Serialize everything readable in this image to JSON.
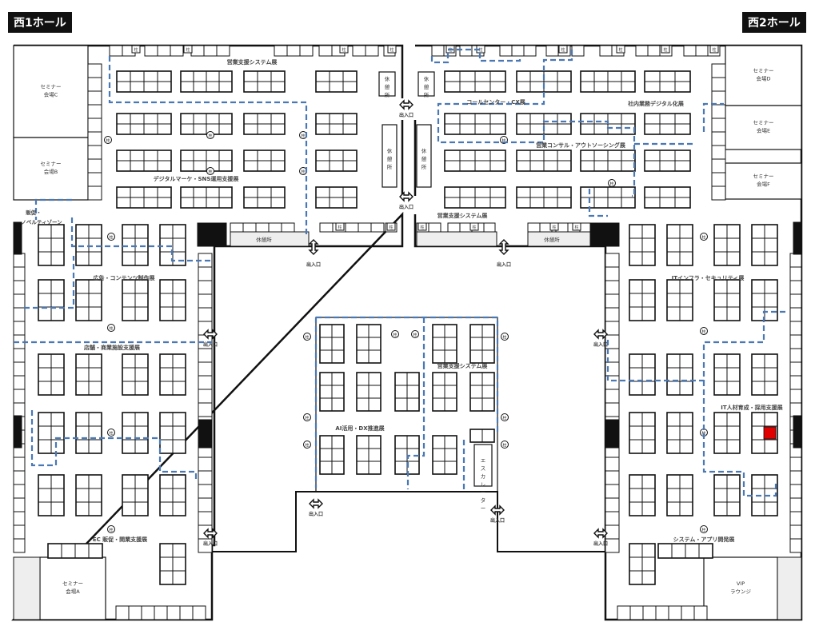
{
  "halls": {
    "west1": "西1ホール",
    "west2": "西2ホール"
  },
  "rooms": {
    "seminar_c": [
      "セミナー",
      "会場C"
    ],
    "seminar_b": [
      "セミナー",
      "会場B"
    ],
    "seminar_a": [
      "セミナー",
      "会場A"
    ],
    "seminar_d": [
      "セミナー",
      "会場D"
    ],
    "seminar_e": [
      "セミナー",
      "会場E"
    ],
    "seminar_f": [
      "セミナー",
      "会場F"
    ],
    "vip": [
      "VIP",
      "ラウンジ"
    ],
    "hansoku": [
      "販促・",
      "ノベルティゾーン"
    ],
    "rest": "休憩所",
    "rest_v": [
      "休",
      "憩",
      "所"
    ],
    "escalator": [
      "エ",
      "ス",
      "カ",
      "レ",
      "ー",
      "タ",
      "ー"
    ]
  },
  "zones": {
    "eigyo_top": "営業支援システム展",
    "callcenter": "コールセンター・CX展",
    "shanai": "社内業務デジタル化展",
    "eigyo_consul": "営業コンサル・アウトソーシング展",
    "digital_mk": "デジタルマーケ・SNS運用支援展",
    "eigyo_bottom": "営業支援システム展",
    "koukoku": "広告・コンテンツ制作展",
    "tenpo": "店舗・商業施設支援展",
    "ec": "EC 販促・開業支援展",
    "eigyo_center": "営業支援システム展",
    "ai": "AI活用・DX推進展",
    "it_infra": "ITインフラ・セキュリティ展",
    "it_jinzai": "IT人材育成・採用支援展",
    "system": "システム・アプリ開発展"
  },
  "labels": {
    "exit": "出入口",
    "pillar": "柱"
  },
  "colors": {
    "wall": "#111111",
    "route": "#4a78b5",
    "booth": "#ffffff",
    "highlight": "#e00000"
  }
}
